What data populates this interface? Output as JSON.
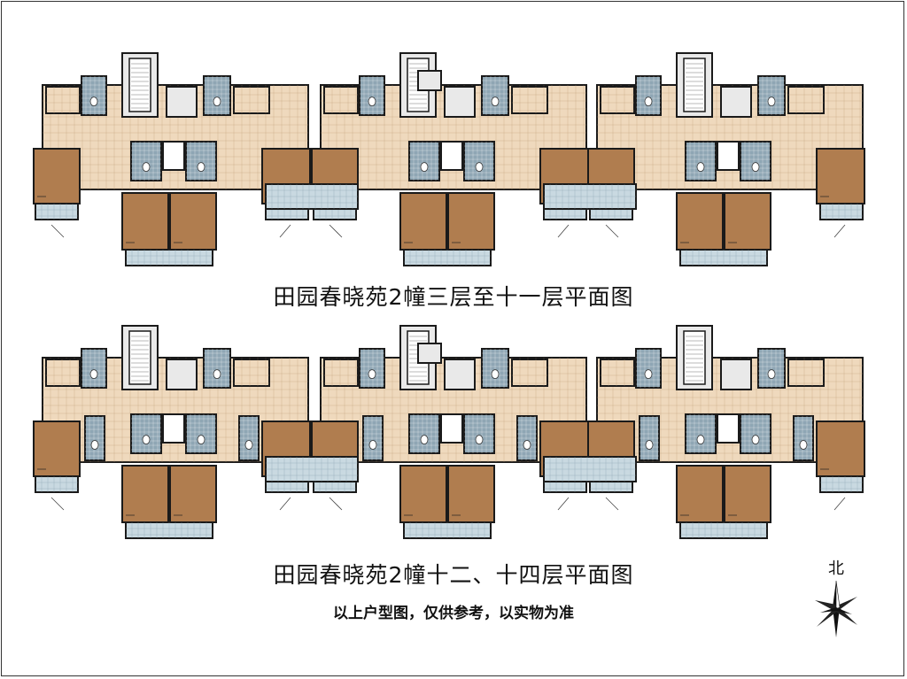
{
  "plans": [
    {
      "caption": "田园春晓苑2幢三层至十一层平面图",
      "variant": "typical"
    },
    {
      "caption": "田园春晓苑2幢十二、十四层平面图",
      "variant": "upper"
    }
  ],
  "disclaimer": "以上户型图，仅供参考，以实物为准",
  "compass": {
    "label": "北"
  },
  "colors": {
    "wall": "#1a1a1a",
    "corridor": "#efd9bd",
    "bedroom": "#b07d4f",
    "wetroom": "#8fa6b4",
    "balcony": "#c9d9e1",
    "stair": "#e9e9e9",
    "line": "#444444"
  }
}
